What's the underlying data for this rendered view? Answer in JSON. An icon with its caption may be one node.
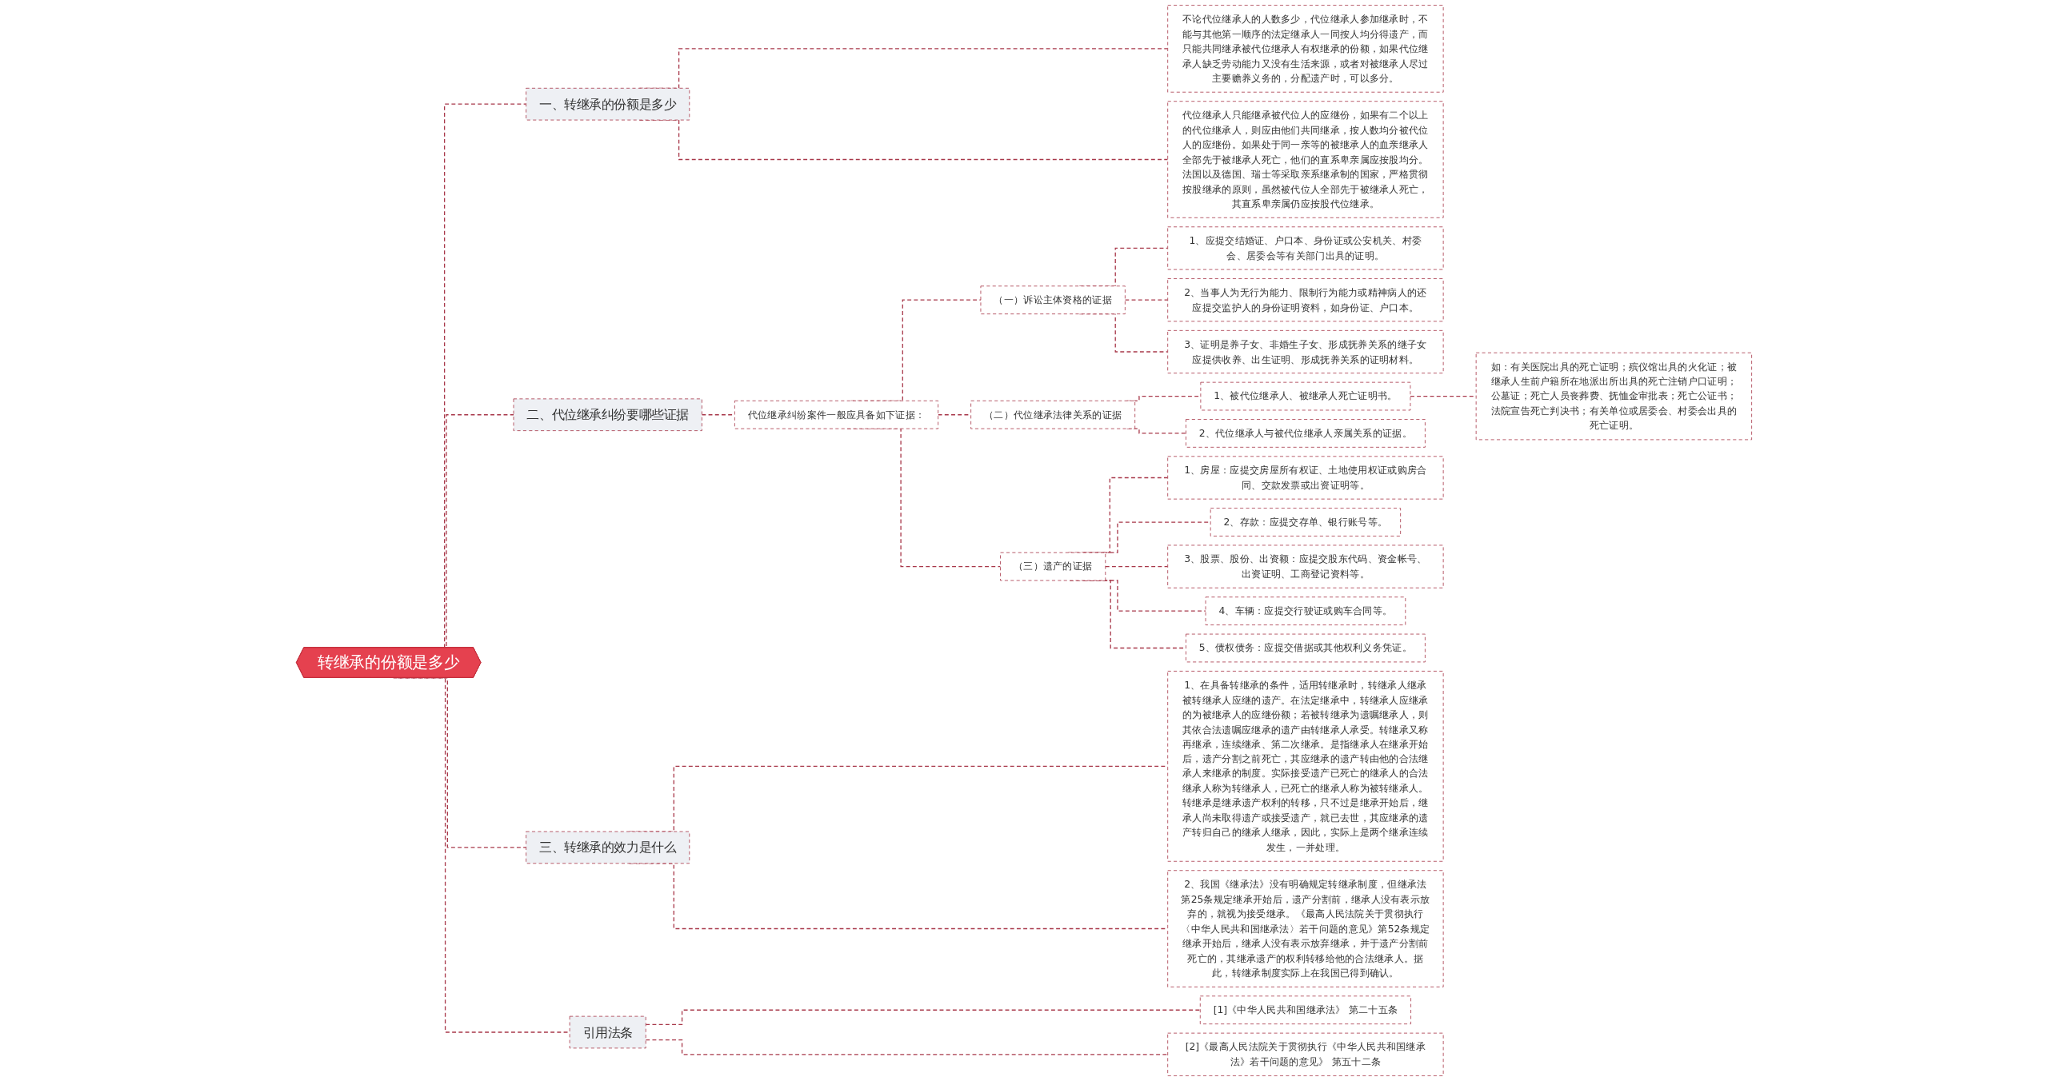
{
  "diagram": {
    "nodes": [
      {
        "text": [
          "转继承的份额是多少"
        ]
      },
      {
        "text": [
          "一、转继承的份额是多少"
        ]
      },
      {
        "text": [
          "不论代位继承人的人数多少，代位继承人参加继承时，不能与其他第一顺序的法定继承人一同按人均分得遗产，而只能共同继承被代位继承人有权继承的份额，如果代位继承人缺乏劳动能力又没有生活来源，或者对被继承人尽过主要赡养义务的，分配遗产时，可以多分。"
        ]
      },
      {
        "text": [
          "代位继承人只能继承被代位人的应继份，如果有二个以上的代位继承人，则应由他们共同继承，按人数均分被代位人的应继份。如果处于同一亲等的被继承人的血亲继承人全部先于被继承人死亡，他们的直系卑亲属应按股均分。法国以及德国、瑞士等采取亲系继承制的国家，严格贯彻按股继承的原则，虽然被代位人全部先于被继承人死亡，其直系卑亲属仍应按股代位继承。"
        ]
      },
      {
        "text": [
          "二、代位继承纠纷要哪些证据"
        ]
      },
      {
        "text": [
          "代位继承纠纷案件一般应具备如下证据："
        ]
      },
      {
        "text": [
          "（一）诉讼主体资格的证据"
        ]
      },
      {
        "text": [
          "1、应提交结婚证、户口本、身份证或公安机关、村委会、居委会等有关部门出具的证明。"
        ]
      },
      {
        "text": [
          "2、当事人为无行为能力、限制行为能力或精神病人的还应提交监护人的身份证明资料，如身份证、户口本。"
        ]
      },
      {
        "text": [
          "3、证明是养子女、非婚生子女、形成抚养关系的继子女应提供收养、出生证明、形成抚养关系的证明材料。"
        ]
      },
      {
        "text": [
          "（二）代位继承法律关系的证据"
        ]
      },
      {
        "text": [
          "1、被代位继承人、被继承人死亡证明书。"
        ]
      },
      {
        "text": [
          "如：有关医院出具的死亡证明；殡仪馆出具的火化证；被继承人生前户籍所在地派出所出具的死亡注销户口证明；公墓证；死亡人员丧葬费、抚恤金审批表；死亡公证书；法院宣告死亡判决书；有关单位或居委会、村委会出具的死亡证明。"
        ]
      },
      {
        "text": [
          "2、代位继承人与被代位继承人亲属关系的证据。"
        ]
      },
      {
        "text": [
          "（三）遗产的证据"
        ]
      },
      {
        "text": [
          "1、房屋：应提交房屋所有权证、土地使用权证或购房合同、交款发票或出资证明等。"
        ]
      },
      {
        "text": [
          "2、存款：应提交存单、银行账号等。"
        ]
      },
      {
        "text": [
          "3、股票、股份、出资额：应提交股东代码、资金帐号、出资证明、工商登记资料等。"
        ]
      },
      {
        "text": [
          "4、车辆：应提交行驶证或购车合同等。"
        ]
      },
      {
        "text": [
          "5、债权债务：应提交借据或其他权利义务凭证。"
        ]
      },
      {
        "text": [
          "三、转继承的效力是什么"
        ]
      },
      {
        "text": [
          "1、在具备转继承的条件，适用转继承时，转继承人继承被转继承人应继的遗产。在法定继承中，转继承人应继承的为被继承人的应继份额；若被转继承为遗嘱继承人，则其依合法遗嘱应继承的遗产由转继承人承受。转继承又称再继承，连续继承、第二次继承。是指继承人在继承开始后，遗产分割之前死亡，其应继承的遗产转由他的合法继承人来继承的制度。实际接受遗产已死亡的继承人的合法继承人称为转继承人，已死亡的继承人称为被转继承人。转继承是继承遗产权利的转移，只不过是继承开始后，继承人尚未取得遗产或接受遗产，就已去世，其应继承的遗产转归自己的继承人继承，因此，实际上是两个继承连续发生，一并处理。"
        ]
      },
      {
        "text": [
          "2、我国《继承法》没有明确规定转继承制度，但继承法第25条规定继承开始后，遗产分割前，继承人没有表示放弃的，就视为接受继承。《最高人民法院关于贯彻执行〈中华人民共和国继承法〉若干问题的意见》第52条规定继承开始后，继承人没有表示放弃继承，并于遗产分割前死亡的，其继承遗产的权利转移给他的合法继承人。据此，转继承制度实际上在我国已得到确认。"
        ]
      },
      {
        "text": [
          "引用法条"
        ]
      },
      {
        "text": [
          "[1]《中华人民共和国继承法》 第二十五条"
        ]
      },
      {
        "text": [
          "[2]《最高人民法院关于贯彻执行《中华人民共和国继承法》若干问题的意见》 第五十二条"
        ]
      }
    ],
    "edges": [
      {
        "from": 0,
        "to": 1,
        "arrow": "none",
        "style": "dashed"
      },
      {
        "from": 1,
        "to": 2,
        "arrow": "none",
        "style": "dashed"
      },
      {
        "from": 1,
        "to": 3,
        "arrow": "none",
        "style": "dashed"
      },
      {
        "from": 0,
        "to": 4,
        "arrow": "none",
        "style": "dashed"
      },
      {
        "from": 4,
        "to": 5,
        "arrow": "none",
        "style": "dashed"
      },
      {
        "from": 5,
        "to": 6,
        "arrow": "none",
        "style": "dashed"
      },
      {
        "from": 6,
        "to": 7,
        "arrow": "none",
        "style": "dashed"
      },
      {
        "from": 6,
        "to": 8,
        "arrow": "none",
        "style": "dashed"
      },
      {
        "from": 6,
        "to": 9,
        "arrow": "none",
        "style": "dashed"
      },
      {
        "from": 5,
        "to": 10,
        "arrow": "none",
        "style": "dashed"
      },
      {
        "from": 10,
        "to": 11,
        "arrow": "none",
        "style": "dashed"
      },
      {
        "from": 11,
        "to": 12,
        "arrow": "none",
        "style": "dashed"
      },
      {
        "from": 10,
        "to": 13,
        "arrow": "none",
        "style": "dashed"
      },
      {
        "from": 5,
        "to": 14,
        "arrow": "none",
        "style": "dashed"
      },
      {
        "from": 14,
        "to": 15,
        "arrow": "none",
        "style": "dashed"
      },
      {
        "from": 14,
        "to": 16,
        "arrow": "none",
        "style": "dashed"
      },
      {
        "from": 14,
        "to": 17,
        "arrow": "none",
        "style": "dashed"
      },
      {
        "from": 14,
        "to": 18,
        "arrow": "none",
        "style": "dashed"
      },
      {
        "from": 14,
        "to": 19,
        "arrow": "none",
        "style": "dashed"
      },
      {
        "from": 0,
        "to": 20,
        "arrow": "none",
        "style": "dashed"
      },
      {
        "from": 20,
        "to": 21,
        "arrow": "none",
        "style": "dashed"
      },
      {
        "from": 20,
        "to": 22,
        "arrow": "none",
        "style": "dashed"
      },
      {
        "from": 0,
        "to": 23,
        "arrow": "none",
        "style": "dashed"
      },
      {
        "from": 23,
        "to": 24,
        "arrow": "none",
        "style": "dashed"
      },
      {
        "from": 23,
        "to": 25,
        "arrow": "none",
        "style": "dashed"
      }
    ]
  }
}
